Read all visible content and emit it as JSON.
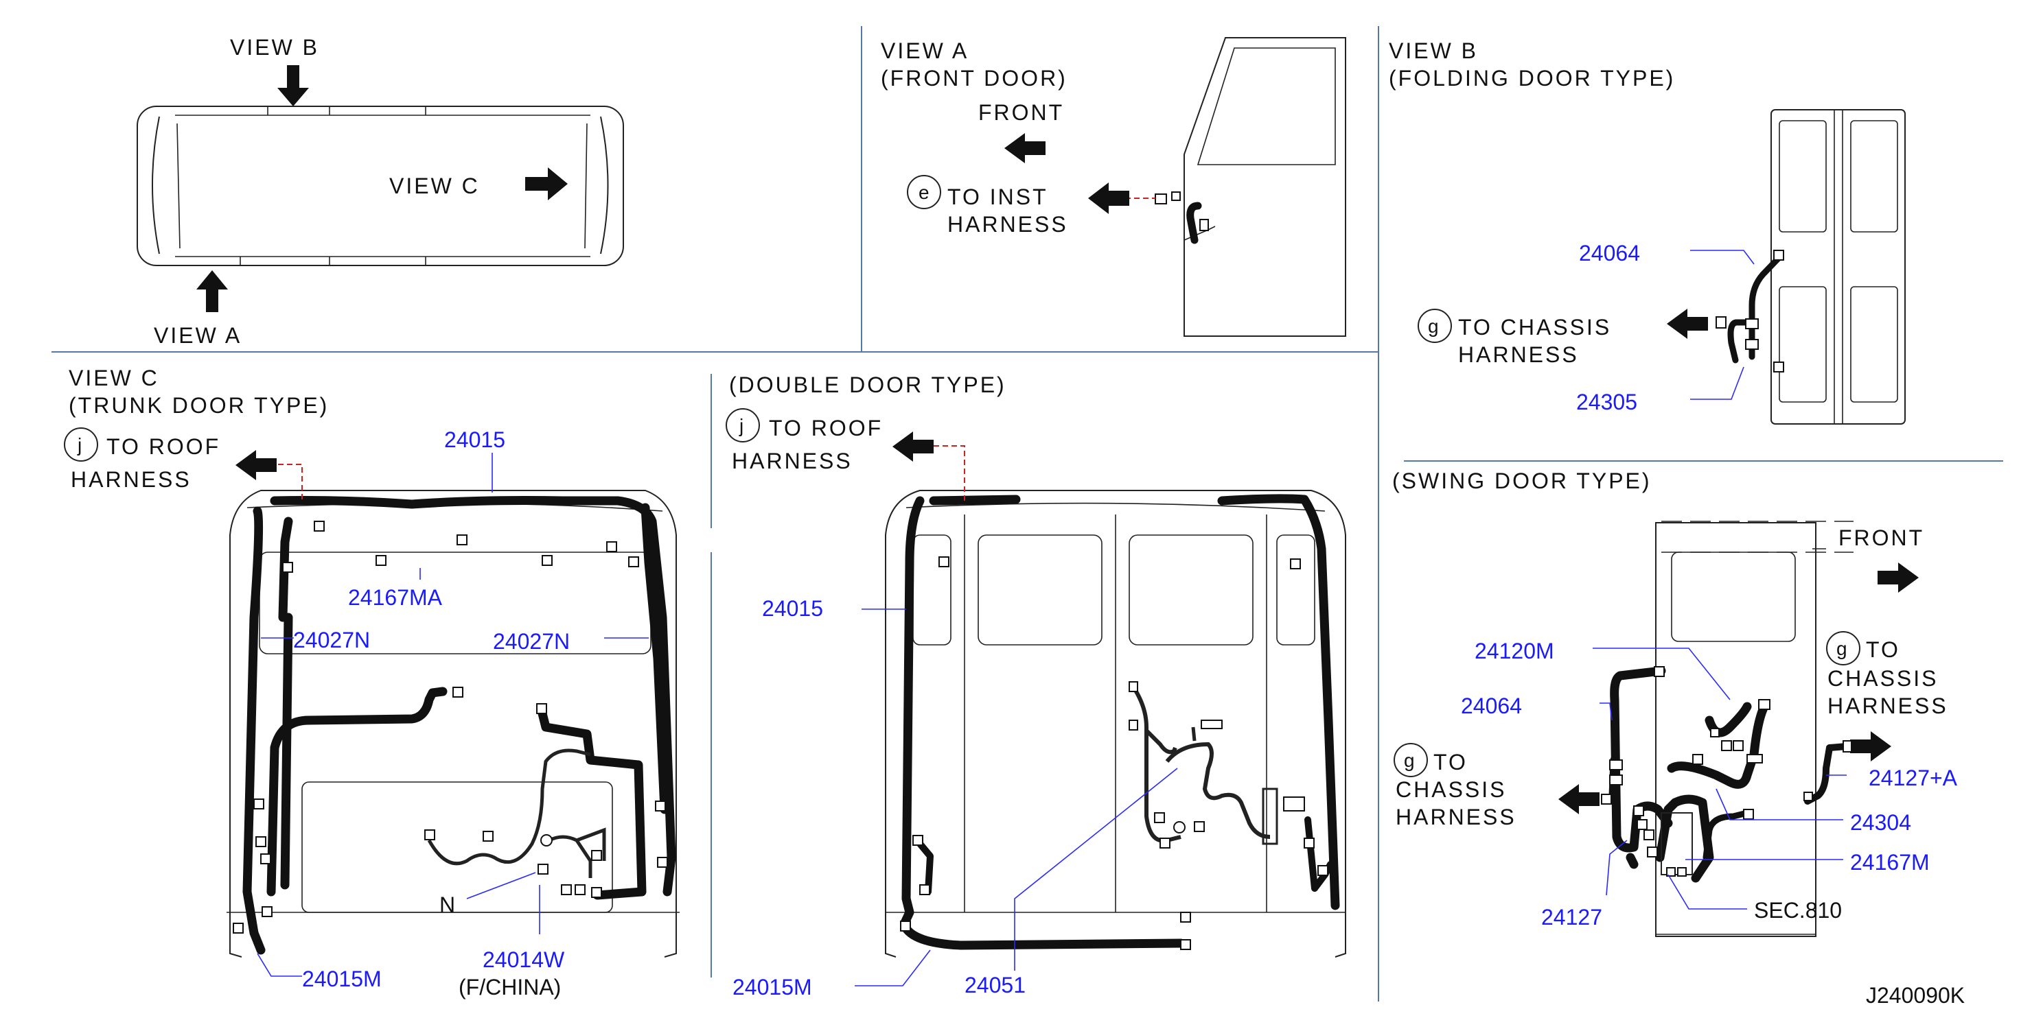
{
  "views": {
    "top": {
      "view_b": "VIEW  B",
      "view_c": "VIEW  C",
      "view_a": "VIEW  A"
    },
    "view_a": {
      "title1": "VIEW  A",
      "title2": "(FRONT  DOOR)",
      "front": "FRONT",
      "circle": "e",
      "to1": "TO  INST",
      "to2": "HARNESS"
    },
    "view_b": {
      "title1": "VIEW  B",
      "title2": "(FOLDING  DOOR  TYPE)",
      "circle": "g",
      "to1": "TO  CHASSIS",
      "to2": "HARNESS",
      "p1": "24064",
      "p2": "24305"
    },
    "view_c": {
      "title1": "VIEW  C",
      "title2": "(TRUNK  DOOR  TYPE)",
      "circle": "j",
      "to1": "TO  ROOF",
      "to2": "HARNESS",
      "p_24015": "24015",
      "p_24167ma": "24167MA",
      "p_24027n_l": "24027N",
      "p_24027n_r": "24027N",
      "n": "N",
      "p_24014w": "24014W",
      "china": "(F/CHINA)",
      "p_24015m": "24015M"
    },
    "double": {
      "title": "(DOUBLE  DOOR  TYPE)",
      "circle": "j",
      "to1": "TO  ROOF",
      "to2": "HARNESS",
      "p_24015": "24015",
      "p_24015m": "24015M",
      "p_24051": "24051"
    },
    "swing": {
      "title": "(SWING  DOOR  TYPE)",
      "front": "FRONT",
      "circle_r": "g",
      "to_r1": "TO",
      "to_r2": "CHASSIS",
      "to_r3": "HARNESS",
      "circle_l": "g",
      "to_l1": "TO",
      "to_l2": "CHASSIS",
      "to_l3": "HARNESS",
      "p_24120m": "24120M",
      "p_24064": "24064",
      "p_24127a": "24127+A",
      "p_24304": "24304",
      "p_24167m": "24167M",
      "p_24127": "24127",
      "sec": "SEC.810"
    }
  },
  "diagram_code": "J240090K"
}
